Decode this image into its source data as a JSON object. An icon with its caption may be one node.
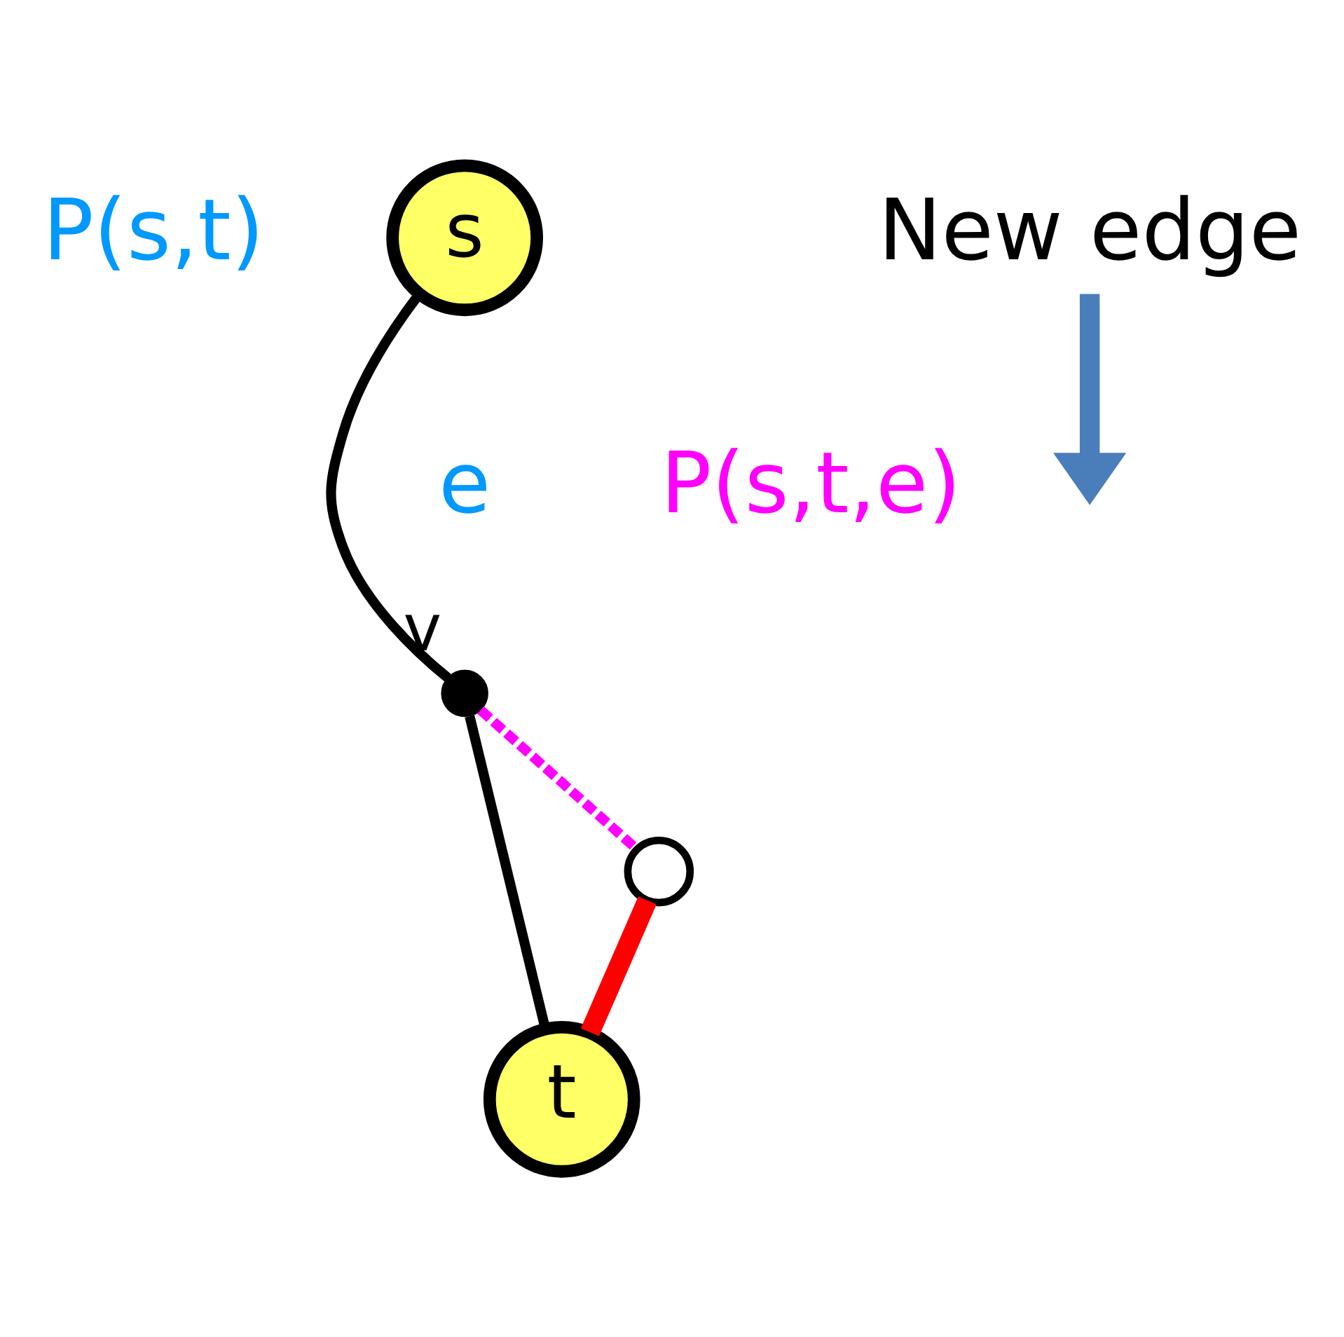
{
  "diagram": {
    "nodes": [
      {
        "text": [
          "s"
        ]
      },
      {
        "text": [],
        "shape": "circle",
        "beside": [
          "v"
        ]
      },
      {
        "text": [],
        "shape": "circle"
      },
      {
        "text": [
          "t"
        ]
      },
      {
        "text": [
          "New edge"
        ]
      }
    ],
    "edges": [
      {
        "from": 0,
        "to": 1,
        "arrow": "none"
      },
      {
        "from": 1,
        "to": 3,
        "arrow": "none"
      },
      {
        "from": 1,
        "to": 2,
        "arrow": "none",
        "style": "dashed",
        "color": "#ff00ff"
      },
      {
        "from": 2,
        "to": 3,
        "arrow": "none",
        "style": "thick",
        "color": "#ff0000"
      },
      {
        "from": 4,
        "to": null,
        "arrow": "to",
        "style": "thick",
        "color": "#4a7ebb"
      }
    ],
    "labels": [
      "P(s,t)",
      "e",
      "P(s,t,e)"
    ]
  }
}
